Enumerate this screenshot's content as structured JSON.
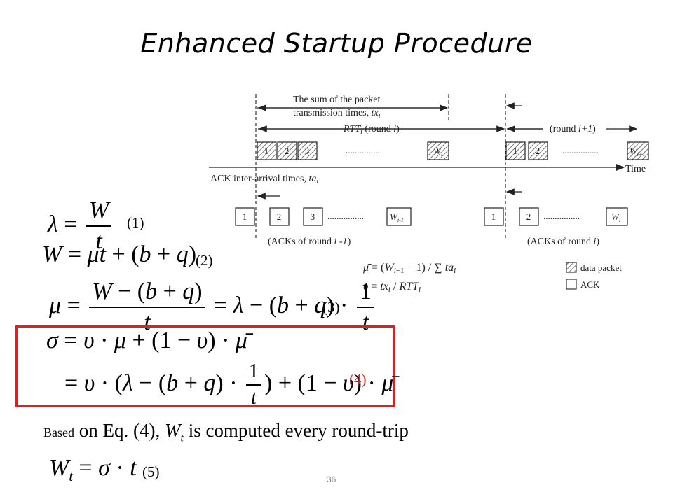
{
  "slide": {
    "title": "Enhanced Startup Procedure",
    "page_number": "36"
  },
  "equations": {
    "eq1_num": "(1)",
    "eq2_num": "(2)",
    "eq3_num": "(3)",
    "eq4_num": "(4)",
    "eq5_num": "(5)"
  },
  "caption": {
    "small": "Based",
    "main": " on Eq. (4), ",
    "var": "W",
    "sub": "t",
    "rest": " is computed every round-trip"
  },
  "diagram": {
    "sum_label_1": "The sum of the packet",
    "sum_label_2": "transmission times, ",
    "sum_label_var": "tx",
    "sum_label_sub": "i",
    "rtt_label": "RTT",
    "rtt_sub": "i",
    "rtt_rest": " (round ",
    "rtt_i": "i",
    "rtt_close": ")",
    "round_next": "(round ",
    "round_next_var": "i+1",
    "round_next_close": ")",
    "time_label": "Time",
    "ack_label": "ACK inter-arrival times, ",
    "ack_var": "ta",
    "ack_sub": "i",
    "acks_prev": "(ACKs of round ",
    "acks_prev_var": "i -1",
    "acks_prev_close": ")",
    "acks_cur": "(ACKs of round ",
    "acks_cur_var": "i",
    "acks_cur_close": ")",
    "legend_data": "data packet",
    "legend_ack": "ACK",
    "data_packets_round_i": [
      "1",
      "2",
      "3"
    ],
    "data_packet_last_round_i": "W",
    "data_packet_last_round_i_sub": "i",
    "data_packets_round_next": [
      "1",
      "2"
    ],
    "data_packet_last_round_next": "W",
    "data_packet_last_round_next_sub": "i+1",
    "ack_packets_prev": [
      "1",
      "2",
      "3"
    ],
    "ack_last_prev": "W",
    "ack_last_prev_sub": "i-1",
    "ack_packets_cur": [
      "1",
      "2"
    ],
    "ack_last_cur": "W",
    "ack_last_cur_sub": "i",
    "dots": "................"
  },
  "colors": {
    "highlight_box": "#e02020",
    "eq4_number": "#e02020"
  }
}
